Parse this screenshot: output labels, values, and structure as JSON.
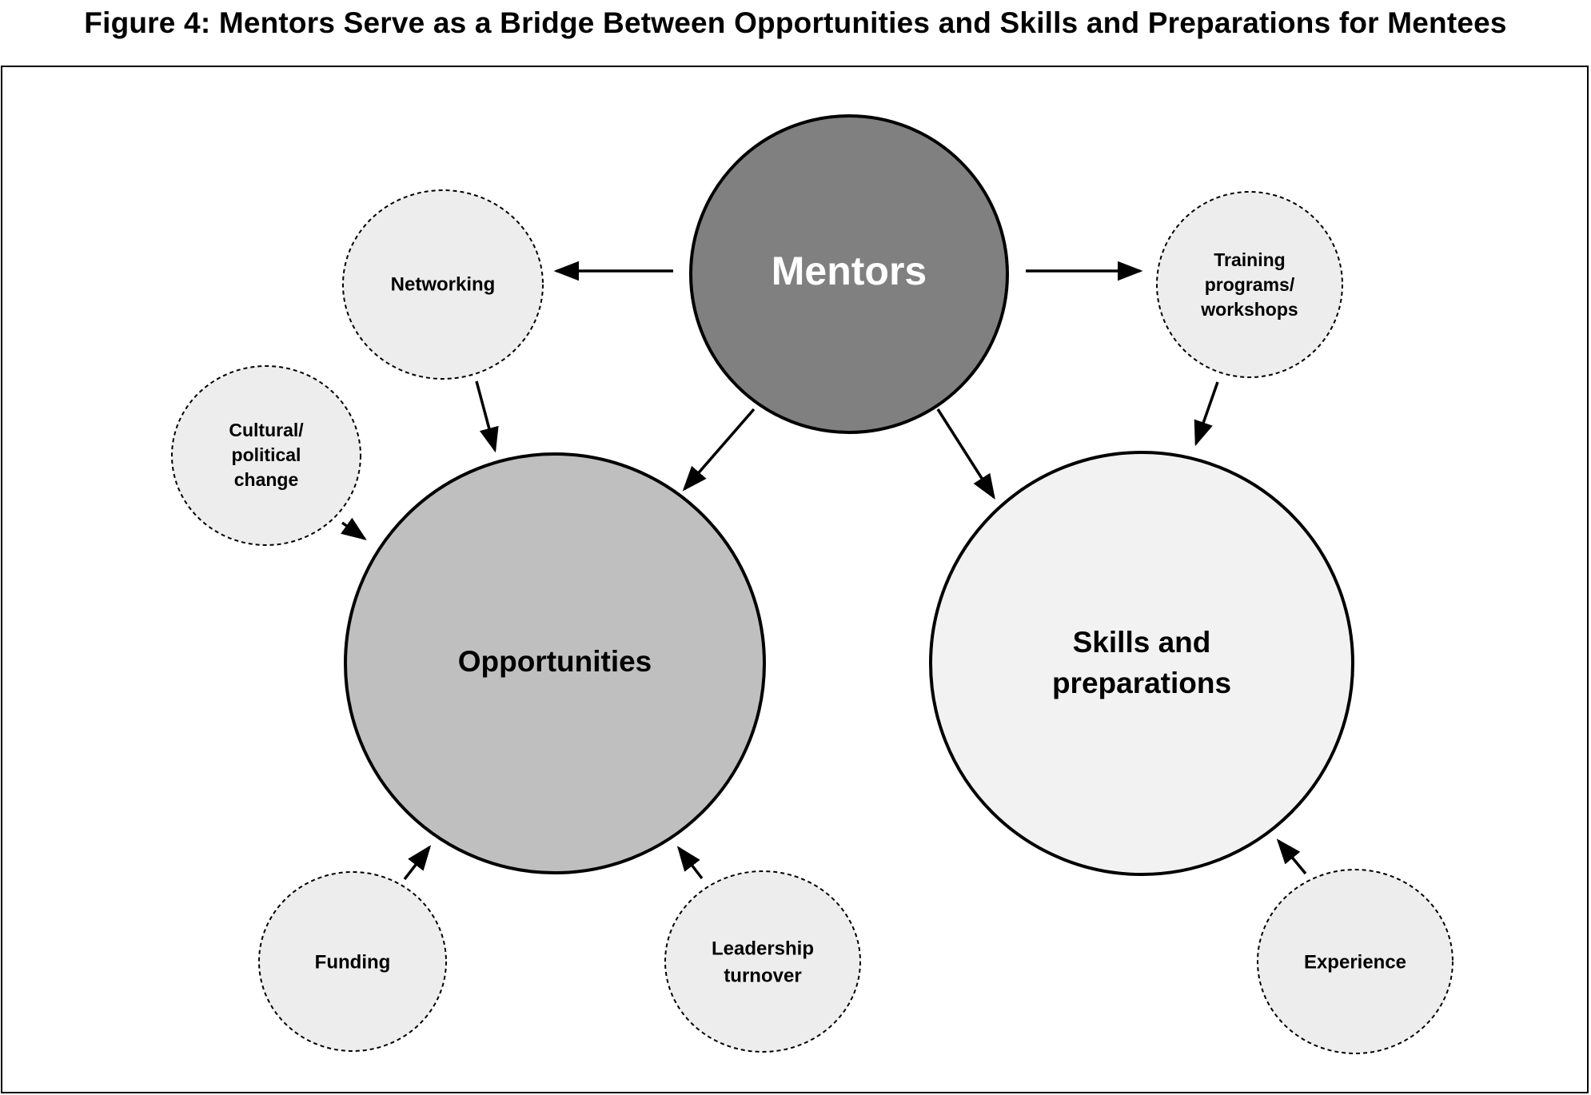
{
  "title": "Figure 4: Mentors Serve as a Bridge Between Opportunities and Skills and Preparations for Mentees",
  "colors": {
    "mentors_fill": "#808080",
    "opportunities_fill": "#bfbfbf",
    "skills_fill": "#f2f2f2",
    "factor_fill": "#ededed",
    "stroke": "#000000"
  },
  "nodes": {
    "mentors": {
      "label": "Mentors"
    },
    "opportunities": {
      "label": "Opportunities"
    },
    "skills": {
      "lines": [
        "Skills and",
        "preparations"
      ]
    },
    "networking": {
      "label": "Networking"
    },
    "cultural": {
      "lines": [
        "Cultural/",
        "political",
        "change"
      ]
    },
    "training": {
      "lines": [
        "Training",
        "programs/",
        "workshops"
      ]
    },
    "funding": {
      "label": "Funding"
    },
    "leadership": {
      "lines": [
        "Leadership",
        "turnover"
      ]
    },
    "experience": {
      "label": "Experience"
    }
  }
}
